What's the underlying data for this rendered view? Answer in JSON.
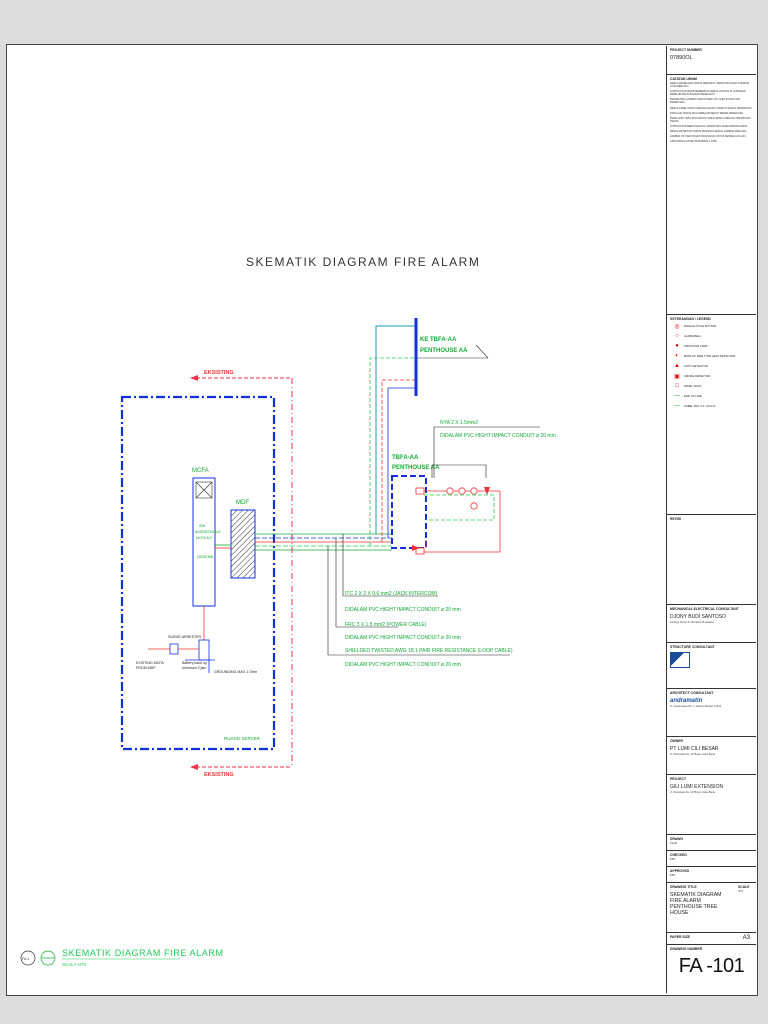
{
  "diagram": {
    "title": "SKEMATIK DIAGRAM FIRE ALARM",
    "caption_title": "SKEMATIK DIAGRAM FIRE ALARM",
    "caption_scale": "SKALA NTS",
    "callout_circle": "FA-1",
    "existing_top": "EKSISTING",
    "existing_bottom": "EKSISTING",
    "mcfa": "MCFA",
    "mcfa_detail_1": "SMI",
    "mcfa_detail_2": "ADDRESSABLE",
    "mcfa_detail_3": "MCFA 4LP",
    "mcfa_detail_4": "DIDSEMB",
    "mdf": "MDF",
    "room": "RUANG SERVER",
    "tbfa_top_1": "KE TBFA-AA",
    "tbfa_top_2": "PENTHOUSE AA",
    "tbfa_1": "TBFA-AA",
    "tbfa_2": "PENTHOUSE AA",
    "nya_line_1": "NYA 2 X 1.5mm2",
    "nya_line_2": "DIDALAM PVC HIGHT IMPACT CONDUIT ø 20 mm",
    "cable_1a": "ITC 2 X 2 X 0,6 mm2 (JACK INTERCOM)",
    "cable_1b": "DIDALAM PVC HIGHT IMPACT CONDUIT ø 20 mm",
    "cable_2a": "FRC 3 X 1.5 mm2 (POWER CABLE)",
    "cable_2b": "DIDALAM PVC HIGHT IMPACT CONDUIT ø 20 mm",
    "cable_3a": "SHIELDED TWISTED AWG 18 1 PAIR FIRE RESISTANCE (LOOP CABLE)",
    "cable_3b": "DIDALAM PVC HIGHT IMPACT CONDUIT ø 20 mm",
    "surge": "SURGE ARRESTER",
    "battery_1": "Battery back up",
    "battery_2": "minimum 2 jam",
    "grounding": "GROUNDING MAX 1 Ohm",
    "from_panel_1": "EXISTING MCFA",
    "from_panel_2": "FROM MDP"
  },
  "titleblock": {
    "project_name_label": "PROJECT NUMBER",
    "project_name_value": "07890OL",
    "notes_label": "CATATAN UMUM",
    "notes": [
      "SEMUA PEKERJAAN HARUS MENGIKUTI PERATURAN DAN STANDAR YANG BERLAKU",
      "KONTRAKTOR WAJIB MEMERIKSA SEMUA UKURAN DI LAPANGAN SEBELUM PELAKSANAAN PEKERJAAN",
      "PERUBAHAN GAMBAR HARUS DISETUJUI OLEH KONSULTAN PERENCANA",
      "SEMUA KABEL HARUS MENGGUNAKAN CONDUIT SESUAI SPESIFIKASI",
      "INSTALASI HARUS DIUJI SEBELUM SERAH TERIMA PEKERJAAN",
      "PERALATAN YANG DIGUNAKAN HARUS SESUAI DENGAN SPESIFIKASI TEKNIS",
      "KONTRAKTOR BERTANGGUNG JAWAB ATAS KESELAMATAN KERJA",
      "SEMUA DETEKTOR HARUS DIPASANG SESUAI GAMBAR RENCANA",
      "GAMBAR INI TIDAK BOLEH DIGUNAKAN UNTUK KEPERLUAN LAIN",
      "GROUNDING SISTEM MAKSIMUM 1 OHM"
    ],
    "legend_label": "KETERANGAN / LEGEND",
    "legend": [
      {
        "sym": "◎",
        "text": "MANUAL PUSH BUTTON"
      },
      {
        "sym": "○",
        "text": "ALARM BELL"
      },
      {
        "sym": "●",
        "text": "INDICATOR LAMP"
      },
      {
        "sym": "◐",
        "text": "RATE OF RISE TYPE HEAT DETECTOR"
      },
      {
        "sym": "▲",
        "text": "AUTO DETECTOR"
      },
      {
        "sym": "▣",
        "text": "SMOKE DETECTOR"
      },
      {
        "sym": "□",
        "text": "PANEL MCFA"
      },
      {
        "sym": "—",
        "text": "END OF LINE"
      },
      {
        "sym": "—",
        "text": "KABEL FRC 3 X 1.5mm2"
      }
    ],
    "revisi_label": "REVISI",
    "consultant_label": "MECHANICAL ELECTRICAL CONSULTANT",
    "consultant_name": "DJONY BUDI SANTOSO",
    "consultant_sub": "Gedung Pusat Jl. Merdeka 45 Jakarta",
    "structure_label": "STRUCTURE CONSULTANT",
    "architect_label": "ARCHITECT CONSULTANT",
    "architect_name": "andramatin",
    "architect_sub": "Jl. Cipete Raya No. 1 Jakarta Selatan 12410",
    "owner_label": "OWNER",
    "owner_name": "PT LUMI CILI BESAR",
    "owner_sub": "Jl. Pariwisata No. 10 Bogor Jawa Barat",
    "project_label": "PROJECT",
    "project_name": "GILI LUMI EXTENSION",
    "project_sub": "Jl. Pariwisata No. 10 Bogor Jawa Barat",
    "drawn_label": "DRAWN",
    "drawn_value": "TEAM",
    "checked_label": "CHECKED",
    "checked_value": "DBS",
    "approved_label": "APPROVED",
    "approved_value": "DBS",
    "drawing_title_label": "DRAWING TITLE",
    "drawing_title": "SKEMATIK DIAGRAM FIRE ALARM PENTHOUSE TREE HOUSE",
    "scale_label": "SCALE",
    "scale_value": "NTS",
    "paper_label": "PAPER SIZE",
    "paper_value": "A3",
    "number_label": "DRAWING NUMBER",
    "number_value": "FA -101"
  }
}
